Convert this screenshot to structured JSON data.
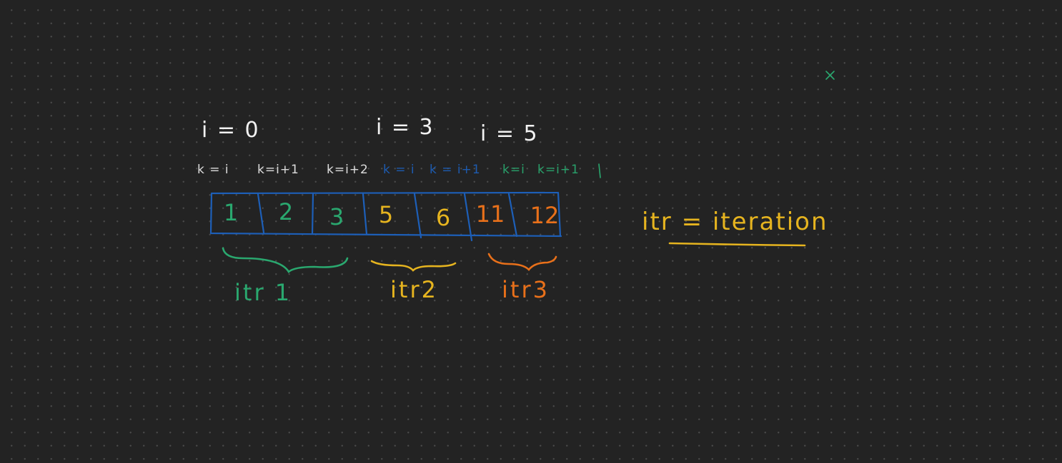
{
  "colors": {
    "background": "#232323",
    "dots": "#4a4a4a",
    "white": "#f2f2f2",
    "blue": "#1d5fb8",
    "green": "#2aa86f",
    "yellow": "#e6b41f",
    "orange": "#e8701a",
    "close_icon": "#2aa86f"
  },
  "close_icon": "close-icon",
  "i_labels": [
    "i = 0",
    "i = 3",
    "i = 5"
  ],
  "k_labels": [
    {
      "text": "k = i",
      "color": "#e6e6e6"
    },
    {
      "text": "k=i+1",
      "color": "#e6e6e6"
    },
    {
      "text": "k=i+2",
      "color": "#e6e6e6"
    },
    {
      "text": "k = i",
      "color": "#1d5fb8"
    },
    {
      "text": "k = i+1",
      "color": "#1d5fb8"
    },
    {
      "text": "k=i",
      "color": "#2aa86f"
    },
    {
      "text": "k=i+1",
      "color": "#2aa86f"
    }
  ],
  "array": [
    {
      "value": "1",
      "color": "#2aa86f"
    },
    {
      "value": "2",
      "color": "#2aa86f"
    },
    {
      "value": "3",
      "color": "#2aa86f"
    },
    {
      "value": "5",
      "color": "#e6b41f"
    },
    {
      "value": "6",
      "color": "#e6b41f"
    },
    {
      "value": "11",
      "color": "#e8701a"
    },
    {
      "value": "12",
      "color": "#e8701a"
    }
  ],
  "groups": [
    {
      "label": "itr 1",
      "color": "#2aa86f"
    },
    {
      "label": "itr2",
      "color": "#e6b41f"
    },
    {
      "label": "itr3",
      "color": "#e8701a"
    }
  ],
  "legend": {
    "text": "itr = iteration",
    "color": "#e6b41f"
  }
}
